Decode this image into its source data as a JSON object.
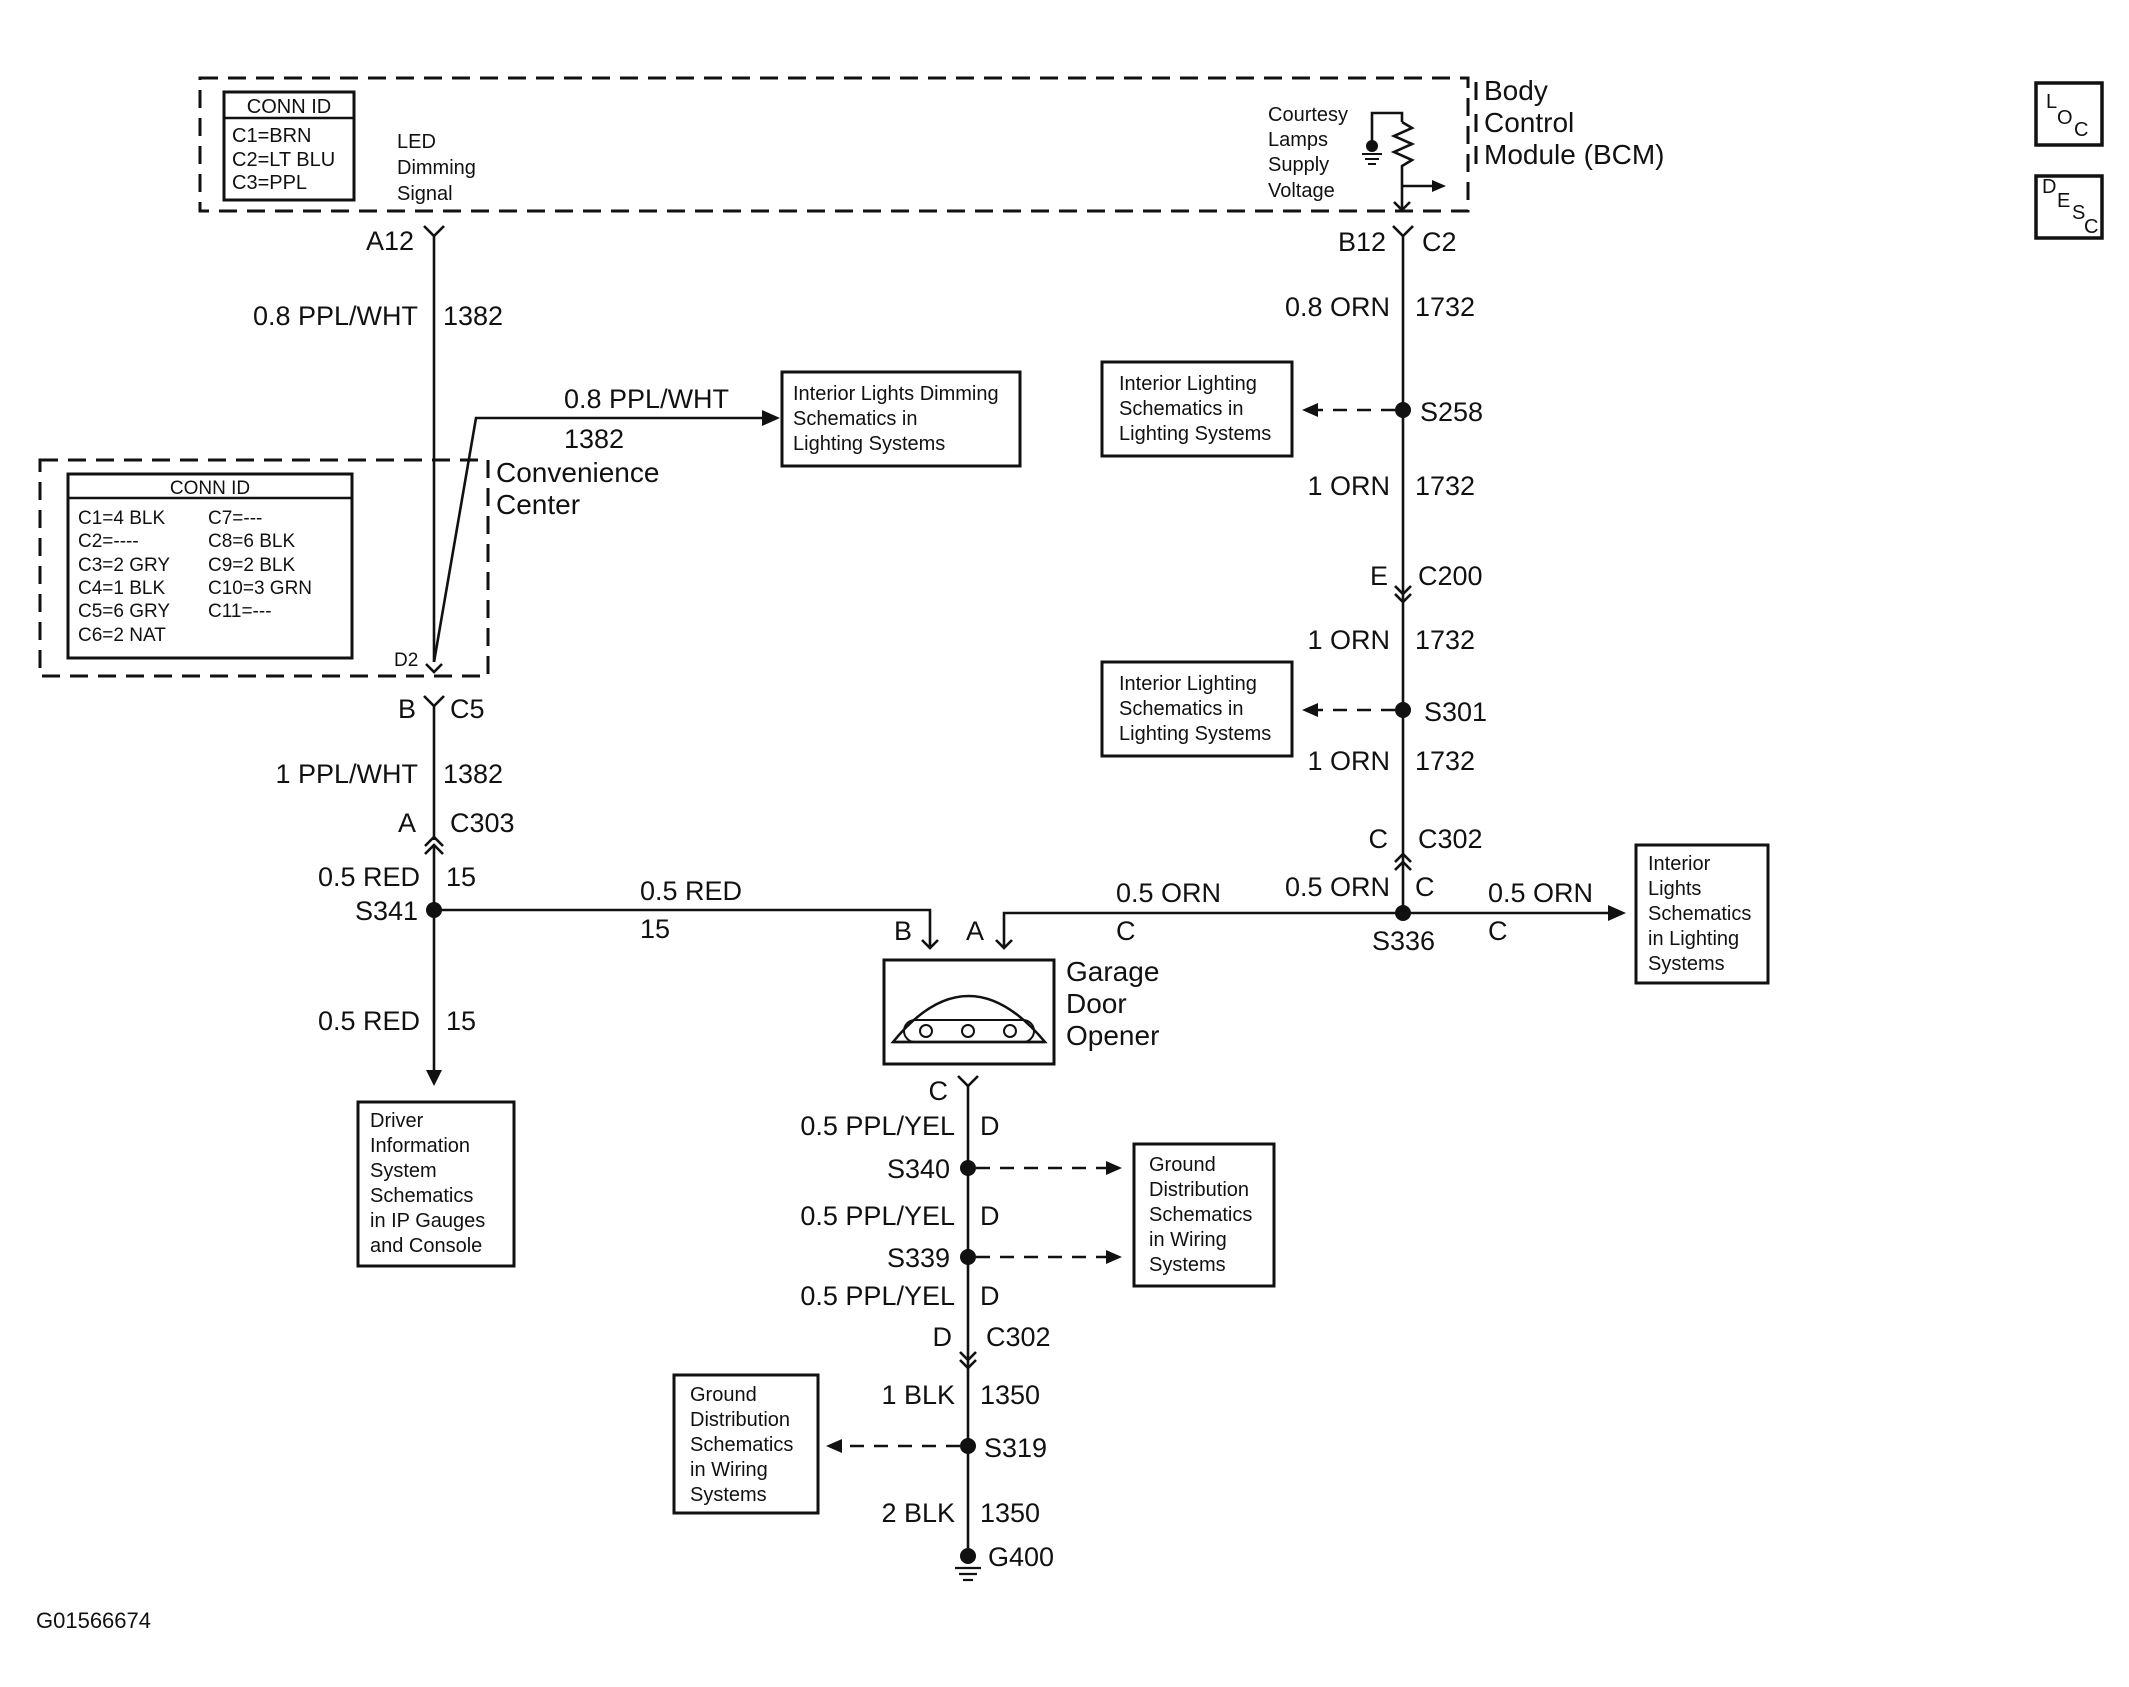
{
  "bcm": {
    "title_lines": [
      "Body",
      "Control",
      "Module (BCM)"
    ],
    "conn_id": {
      "header": "CONN ID",
      "rows": [
        "C1=BRN",
        "C2=LT BLU",
        "C3=PPL"
      ]
    },
    "led_signal_lines": [
      "LED",
      "Dimming",
      "Signal"
    ],
    "courtesy_lines": [
      "Courtesy",
      "Lamps",
      "Supply",
      "Voltage"
    ],
    "pin_a12": "A12",
    "pin_b12": "B12",
    "conn_c2": "C2"
  },
  "loc_button": {
    "big": "L",
    "sub1": "O",
    "sub2": "C"
  },
  "desc_button": {
    "big": "D",
    "sub1": "E",
    "sub2": "S",
    "sub3": "C"
  },
  "convenience_center": {
    "title_lines": [
      "Convenience",
      "Center"
    ],
    "conn_id": {
      "header": "CONN ID",
      "left": [
        "C1=4 BLK",
        "C2=----",
        "C3=2 GRY",
        "C4=1 BLK",
        "C5=6 GRY",
        "C6=2 NAT"
      ],
      "right": [
        "C7=---",
        "C8=6 BLK",
        "C9=2 BLK",
        "C10=3 GRN",
        "C11=---"
      ]
    },
    "pin_d2": "D2"
  },
  "left_circuit": {
    "w1_wire": "0.8 PPL/WHT",
    "w1_circuit": "1382",
    "branch_wire": "0.8 PPL/WHT",
    "branch_circuit": "1382",
    "dimming_box_lines": [
      "Interior Lights Dimming",
      "Schematics in",
      "Lighting Systems"
    ],
    "c5_pin": "B",
    "c5_conn": "C5",
    "w2_wire": "1 PPL/WHT",
    "w2_circuit": "1382",
    "c303_pin": "A",
    "c303_conn": "C303",
    "w3_wire": "0.5 RED",
    "w3_circuit": "15",
    "splice": "S341",
    "w4_wire": "0.5 RED",
    "w4_circuit": "15",
    "dis_box_lines": [
      "Driver",
      "Information",
      "System",
      "Schematics",
      "in IP Gauges",
      "and Console"
    ],
    "horiz_wire": "0.5 RED",
    "horiz_circuit": "15"
  },
  "right_circuit": {
    "w1_wire": "0.8 ORN",
    "w1_circuit": "1732",
    "s258": "S258",
    "box1_lines": [
      "Interior Lighting",
      "Schematics in",
      "Lighting Systems"
    ],
    "w2_wire": "1 ORN",
    "w2_circuit": "1732",
    "c200_pin": "E",
    "c200_conn": "C200",
    "w3_wire": "1 ORN",
    "w3_circuit": "1732",
    "s301": "S301",
    "box2_lines": [
      "Interior Lighting",
      "Schematics in",
      "Lighting Systems"
    ],
    "w4_wire": "1 ORN",
    "w4_circuit": "1732",
    "c302_pin": "C",
    "c302_conn": "C302",
    "w5_wire": "0.5 ORN",
    "w5_circuit": "C",
    "s336": "S336",
    "out_wire": "0.5 ORN",
    "out_circuit": "C",
    "out_box_lines": [
      "Interior",
      "Lights",
      "Schematics",
      "in Lighting",
      "Systems"
    ],
    "horiz_wire": "0.5 ORN",
    "horiz_circuit": "C"
  },
  "garage_door_opener": {
    "title_lines": [
      "Garage",
      "Door",
      "Opener"
    ],
    "pin_b": "B",
    "pin_a": "A",
    "pin_c": "C"
  },
  "ground_circuit": {
    "w1_wire": "0.5 PPL/YEL",
    "w1_circuit": "D",
    "s340": "S340",
    "w2_wire": "0.5 PPL/YEL",
    "w2_circuit": "D",
    "s339": "S339",
    "w3_wire": "0.5 PPL/YEL",
    "w3_circuit": "D",
    "c302_pin": "D",
    "c302_conn": "C302",
    "w4_wire": "1 BLK",
    "w4_circuit": "1350",
    "s319": "S319",
    "w5_wire": "2 BLK",
    "w5_circuit": "1350",
    "g400": "G400",
    "ground_box1_lines": [
      "Ground",
      "Distribution",
      "Schematics",
      "in Wiring",
      "Systems"
    ],
    "ground_box2_lines": [
      "Ground",
      "Distribution",
      "Schematics",
      "in Wiring",
      "Systems"
    ]
  },
  "figure_id": "G01566674"
}
